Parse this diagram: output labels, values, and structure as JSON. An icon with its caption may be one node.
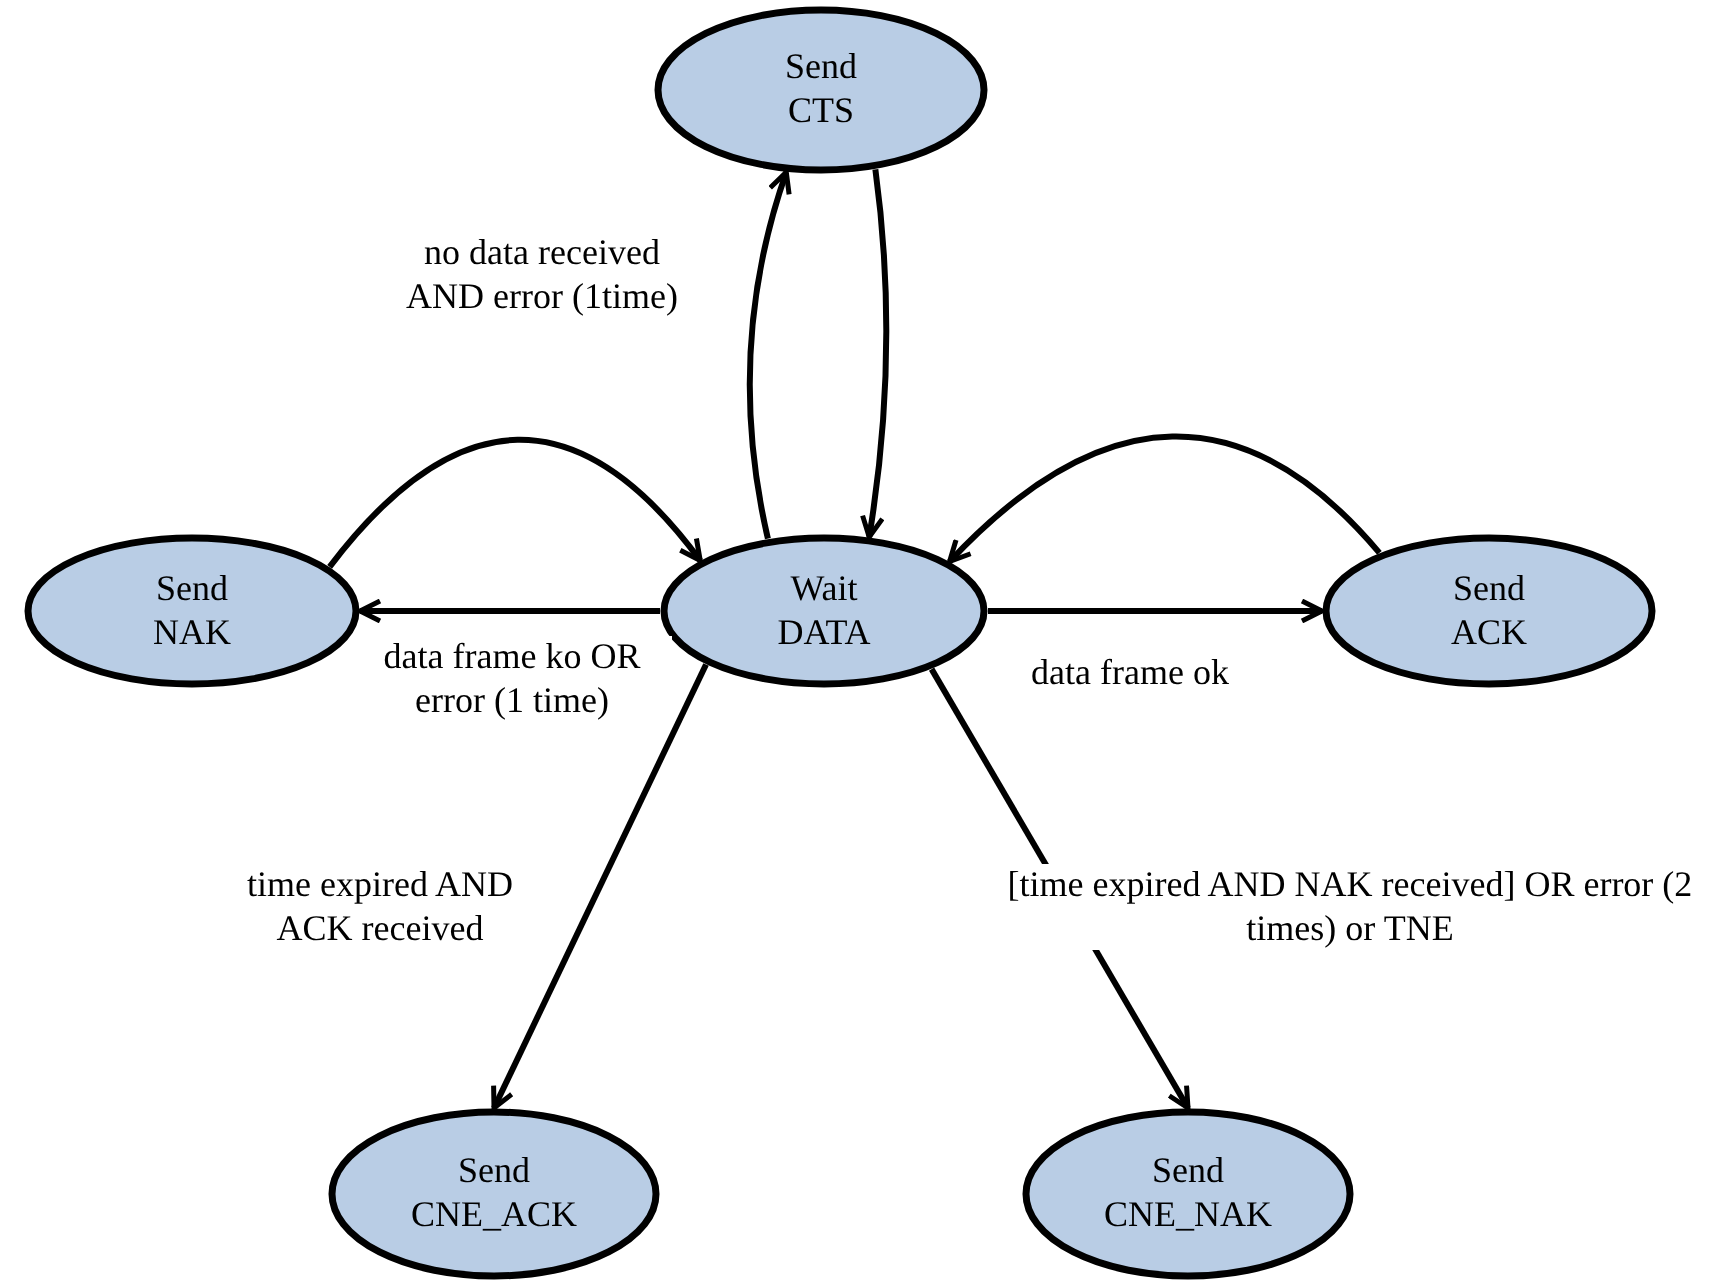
{
  "diagram": {
    "nodes": [
      {
        "text": [
          "Send CTS"
        ]
      },
      {
        "text": [
          "Send NAK"
        ]
      },
      {
        "text": [
          "Wait DATA"
        ]
      },
      {
        "text": [
          "Send ACK"
        ]
      },
      {
        "text": [
          "Send CNE_ACK"
        ]
      },
      {
        "text": [
          "Send CNE_NAK"
        ]
      }
    ],
    "edges": [
      {
        "from": 2,
        "to": 0,
        "arrow": "to",
        "label": "no data received AND error (1time)"
      },
      {
        "from": 0,
        "to": 2,
        "arrow": "to"
      },
      {
        "from": 1,
        "to": 2,
        "arrow": "to"
      },
      {
        "from": 3,
        "to": 2,
        "arrow": "to"
      },
      {
        "from": 2,
        "to": 1,
        "arrow": "to",
        "label": "data frame ko OR error (1 time)"
      },
      {
        "from": 2,
        "to": 3,
        "arrow": "to",
        "label": "data frame ok"
      },
      {
        "from": 2,
        "to": 4,
        "arrow": "to",
        "label": "time expired AND ACK received"
      },
      {
        "from": 2,
        "to": 5,
        "arrow": "to",
        "label": "[time expired AND NAK received] OR error (2 times) or TNE"
      }
    ]
  }
}
